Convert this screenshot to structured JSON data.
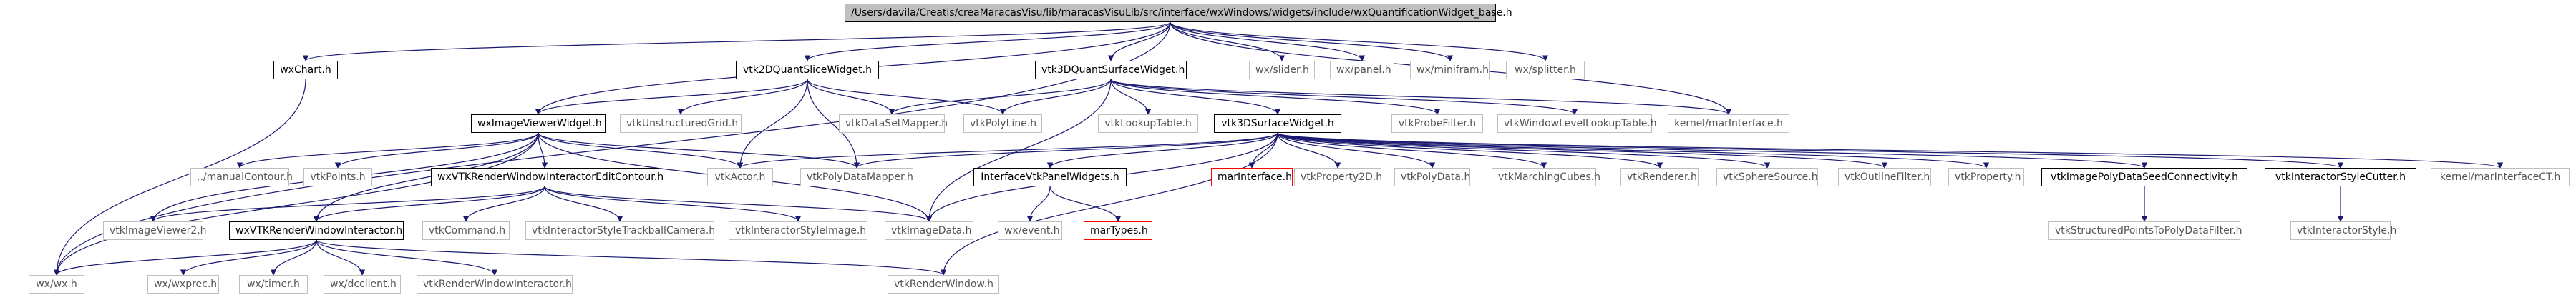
{
  "nodes": {
    "root": "/Users/davila/Creatis/creaMaracasVisu/lib/maracasVisuLib/src/interface/wxWindows/widgets/include/wxQuantificationWidget_base.h",
    "wxchart": "wxChart.h",
    "vtk2dquant": "vtk2DQuantSliceWidget.h",
    "vtk3dquant": "vtk3DQuantSurfaceWidget.h",
    "slider": "wx/slider.h",
    "panel": "wx/panel.h",
    "minifram": "wx/minifram.h",
    "splitter": "wx/splitter.h",
    "imageviewer": "wxImageViewerWidget.h",
    "unstructured": "vtkUnstructuredGrid.h",
    "datasetmapper": "vtkDataSetMapper.h",
    "polyline": "vtkPolyLine.h",
    "lookuptable": "vtkLookupTable.h",
    "vtk3dsurface": "vtk3DSurfaceWidget.h",
    "probefilter": "vtkProbeFilter.h",
    "windowlevel": "vtkWindowLevelLookupTable.h",
    "kernelmarinterface": "kernel/marInterface.h",
    "manualcontour": "../manualContour.h",
    "vtkpoints": "vtkPoints.h",
    "editcontour": "wxVTKRenderWindowInteractorEditContour.h",
    "vtkactor": "vtkActor.h",
    "polydatamapper": "vtkPolyDataMapper.h",
    "interfacepanel": "InterfaceVtkPanelWidgets.h",
    "marinterface": "marInterface.h",
    "vtkproperty2d": "vtkProperty2D.h",
    "vtkpolydata": "vtkPolyData.h",
    "marchingcubes": "vtkMarchingCubes.h",
    "vtkrenderer": "vtkRenderer.h",
    "spheresource": "vtkSphereSource.h",
    "outlinefilter": "vtkOutlineFilter.h",
    "vtkproperty": "vtkProperty.h",
    "seedconnectivity": "vtkImagePolyDataSeedConnectivity.h",
    "stylecutter": "vtkInteractorStyleCutter.h",
    "kernelct": "kernel/marInterfaceCT.h",
    "imageviewer2": "vtkImageViewer2.h",
    "wxvtkrwi": "wxVTKRenderWindowInteractor.h",
    "vtkcommand": "vtkCommand.h",
    "trackballcamera": "vtkInteractorStyleTrackballCamera.h",
    "styleimage": "vtkInteractorStyleImage.h",
    "vtkimagedata": "vtkImageData.h",
    "wxevent": "wx/event.h",
    "martypes": "marTypes.h",
    "structuredpoints": "vtkStructuredPointsToPolyDataFilter.h",
    "interactorstyle": "vtkInteractorStyle.h",
    "wxwx": "wx/wx.h",
    "wxprec": "wx/wxprec.h",
    "timer": "wx/timer.h",
    "dcclient": "wx/dcclient.h",
    "renderwindowinteractor": "vtkRenderWindowInteractor.h",
    "renderwindow": "vtkRenderWindow.h"
  }
}
